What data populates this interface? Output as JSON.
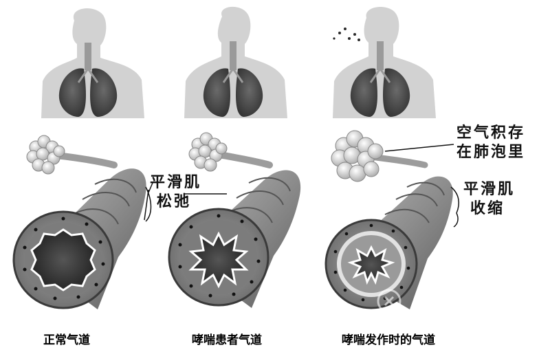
{
  "labels": {
    "relaxed_line1": "平滑肌",
    "relaxed_line2": "松弛",
    "trapped_line1": "空气积存",
    "trapped_line2": "在肺泡里",
    "contract_line1": "平滑肌",
    "contract_line2": "收缩"
  },
  "captions": {
    "normal": "正常气道",
    "asthma_patient": "哮喘患者气道",
    "asthma_attack": "哮喘发作时的气道"
  },
  "colors": {
    "silhouette": "#d2d2d2",
    "lung": "#4a4a4a",
    "tube": "#8a8a8a",
    "lumen": "#2a2a2a"
  }
}
